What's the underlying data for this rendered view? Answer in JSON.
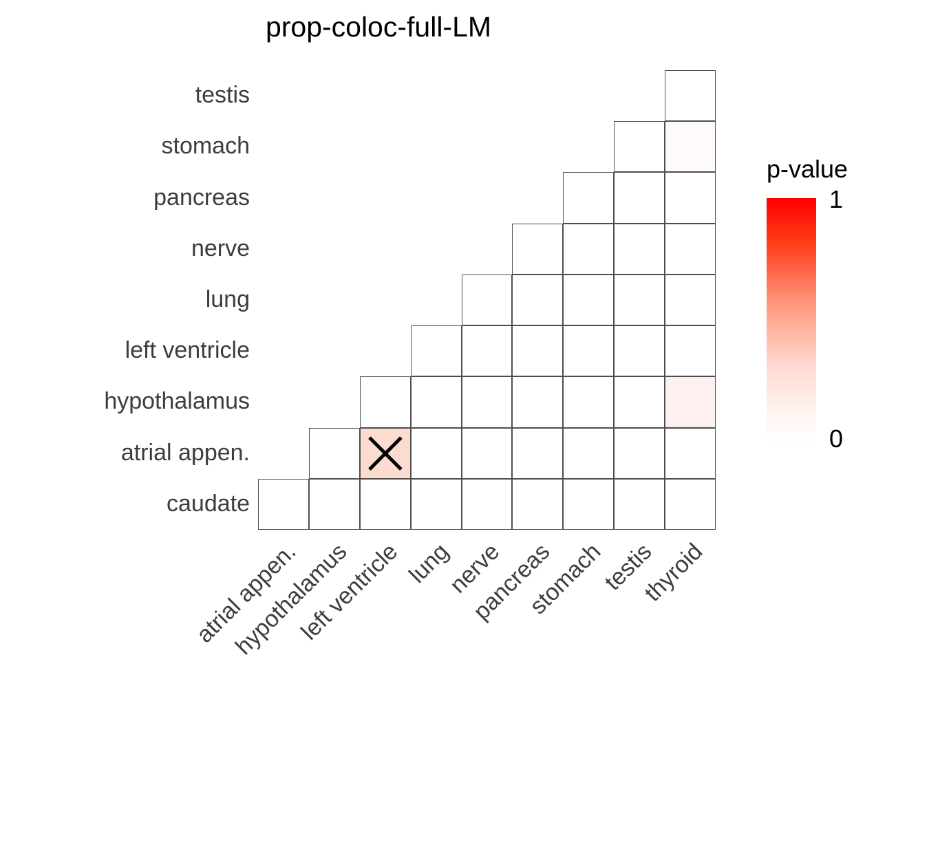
{
  "title": "prop-coloc-full-LM",
  "legend": {
    "title": "p-value",
    "max_label": "1",
    "min_label": "0",
    "low_color": "#ffffff",
    "high_color": "#ff0000"
  },
  "y_axis": {
    "labels": [
      "testis",
      "stomach",
      "pancreas",
      "nerve",
      "lung",
      "left ventricle",
      "hypothalamus",
      "atrial appen.",
      "caudate"
    ]
  },
  "x_axis": {
    "labels": [
      "atrial appen.",
      "hypothalamus",
      "left ventricle",
      "lung",
      "nerve",
      "pancreas",
      "stomach",
      "testis",
      "thyroid"
    ]
  },
  "chart_data": {
    "type": "heatmap",
    "title": "prop-coloc-full-LM",
    "xlabel": "",
    "ylabel": "",
    "colorbar_label": "p-value",
    "colorbar_range": [
      0,
      1
    ],
    "colorscale": [
      "#ffffff",
      "#ff0000"
    ],
    "shape": "lower-left-triangular",
    "grid": true,
    "x_categories": [
      "atrial appen.",
      "hypothalamus",
      "left ventricle",
      "lung",
      "nerve",
      "pancreas",
      "stomach",
      "testis",
      "thyroid"
    ],
    "y_categories": [
      "testis",
      "stomach",
      "pancreas",
      "nerve",
      "lung",
      "left ventricle",
      "hypothalamus",
      "atrial appen.",
      "caudate"
    ],
    "cells": [
      {
        "row": "testis",
        "col": "thyroid",
        "row_index": 0,
        "col_index": 8,
        "value": 0.0,
        "color": "#ffffff",
        "marked": false
      },
      {
        "row": "stomach",
        "col": "testis",
        "row_index": 1,
        "col_index": 7,
        "value": 0.0,
        "color": "#ffffff",
        "marked": false
      },
      {
        "row": "stomach",
        "col": "thyroid",
        "row_index": 1,
        "col_index": 8,
        "value": 0.02,
        "color": "#fefaf9",
        "marked": false
      },
      {
        "row": "pancreas",
        "col": "stomach",
        "row_index": 2,
        "col_index": 6,
        "value": 0.0,
        "color": "#ffffff",
        "marked": false
      },
      {
        "row": "pancreas",
        "col": "testis",
        "row_index": 2,
        "col_index": 7,
        "value": 0.0,
        "color": "#ffffff",
        "marked": false
      },
      {
        "row": "pancreas",
        "col": "thyroid",
        "row_index": 2,
        "col_index": 8,
        "value": 0.0,
        "color": "#ffffff",
        "marked": false
      },
      {
        "row": "nerve",
        "col": "pancreas",
        "row_index": 3,
        "col_index": 5,
        "value": 0.0,
        "color": "#ffffff",
        "marked": false
      },
      {
        "row": "nerve",
        "col": "stomach",
        "row_index": 3,
        "col_index": 6,
        "value": 0.0,
        "color": "#ffffff",
        "marked": false
      },
      {
        "row": "nerve",
        "col": "testis",
        "row_index": 3,
        "col_index": 7,
        "value": 0.0,
        "color": "#ffffff",
        "marked": false
      },
      {
        "row": "nerve",
        "col": "thyroid",
        "row_index": 3,
        "col_index": 8,
        "value": 0.0,
        "color": "#ffffff",
        "marked": false
      },
      {
        "row": "lung",
        "col": "nerve",
        "row_index": 4,
        "col_index": 4,
        "value": 0.0,
        "color": "#ffffff",
        "marked": false
      },
      {
        "row": "lung",
        "col": "pancreas",
        "row_index": 4,
        "col_index": 5,
        "value": 0.0,
        "color": "#ffffff",
        "marked": false
      },
      {
        "row": "lung",
        "col": "stomach",
        "row_index": 4,
        "col_index": 6,
        "value": 0.0,
        "color": "#ffffff",
        "marked": false
      },
      {
        "row": "lung",
        "col": "testis",
        "row_index": 4,
        "col_index": 7,
        "value": 0.0,
        "color": "#ffffff",
        "marked": false
      },
      {
        "row": "lung",
        "col": "thyroid",
        "row_index": 4,
        "col_index": 8,
        "value": 0.0,
        "color": "#ffffff",
        "marked": false
      },
      {
        "row": "left ventricle",
        "col": "lung",
        "row_index": 5,
        "col_index": 3,
        "value": 0.0,
        "color": "#ffffff",
        "marked": false
      },
      {
        "row": "left ventricle",
        "col": "nerve",
        "row_index": 5,
        "col_index": 4,
        "value": 0.0,
        "color": "#ffffff",
        "marked": false
      },
      {
        "row": "left ventricle",
        "col": "pancreas",
        "row_index": 5,
        "col_index": 5,
        "value": 0.0,
        "color": "#ffffff",
        "marked": false
      },
      {
        "row": "left ventricle",
        "col": "stomach",
        "row_index": 5,
        "col_index": 6,
        "value": 0.0,
        "color": "#ffffff",
        "marked": false
      },
      {
        "row": "left ventricle",
        "col": "testis",
        "row_index": 5,
        "col_index": 7,
        "value": 0.0,
        "color": "#ffffff",
        "marked": false
      },
      {
        "row": "left ventricle",
        "col": "thyroid",
        "row_index": 5,
        "col_index": 8,
        "value": 0.0,
        "color": "#ffffff",
        "marked": false
      },
      {
        "row": "hypothalamus",
        "col": "left ventricle",
        "row_index": 6,
        "col_index": 2,
        "value": 0.0,
        "color": "#ffffff",
        "marked": false
      },
      {
        "row": "hypothalamus",
        "col": "lung",
        "row_index": 6,
        "col_index": 3,
        "value": 0.0,
        "color": "#ffffff",
        "marked": false
      },
      {
        "row": "hypothalamus",
        "col": "nerve",
        "row_index": 6,
        "col_index": 4,
        "value": 0.0,
        "color": "#ffffff",
        "marked": false
      },
      {
        "row": "hypothalamus",
        "col": "pancreas",
        "row_index": 6,
        "col_index": 5,
        "value": 0.0,
        "color": "#ffffff",
        "marked": false
      },
      {
        "row": "hypothalamus",
        "col": "stomach",
        "row_index": 6,
        "col_index": 6,
        "value": 0.0,
        "color": "#ffffff",
        "marked": false
      },
      {
        "row": "hypothalamus",
        "col": "testis",
        "row_index": 6,
        "col_index": 7,
        "value": 0.0,
        "color": "#ffffff",
        "marked": false
      },
      {
        "row": "hypothalamus",
        "col": "thyroid",
        "row_index": 6,
        "col_index": 8,
        "value": 0.05,
        "color": "#fdf1ef",
        "marked": false
      },
      {
        "row": "atrial appen.",
        "col": "hypothalamus",
        "row_index": 7,
        "col_index": 1,
        "value": 0.0,
        "color": "#ffffff",
        "marked": false
      },
      {
        "row": "atrial appen.",
        "col": "left ventricle",
        "row_index": 7,
        "col_index": 2,
        "value": 0.17,
        "color": "#fcdcd0",
        "marked": true
      },
      {
        "row": "atrial appen.",
        "col": "lung",
        "row_index": 7,
        "col_index": 3,
        "value": 0.0,
        "color": "#ffffff",
        "marked": false
      },
      {
        "row": "atrial appen.",
        "col": "nerve",
        "row_index": 7,
        "col_index": 4,
        "value": 0.0,
        "color": "#ffffff",
        "marked": false
      },
      {
        "row": "atrial appen.",
        "col": "pancreas",
        "row_index": 7,
        "col_index": 5,
        "value": 0.0,
        "color": "#ffffff",
        "marked": false
      },
      {
        "row": "atrial appen.",
        "col": "stomach",
        "row_index": 7,
        "col_index": 6,
        "value": 0.0,
        "color": "#ffffff",
        "marked": false
      },
      {
        "row": "atrial appen.",
        "col": "testis",
        "row_index": 7,
        "col_index": 7,
        "value": 0.0,
        "color": "#ffffff",
        "marked": false
      },
      {
        "row": "atrial appen.",
        "col": "thyroid",
        "row_index": 7,
        "col_index": 8,
        "value": 0.0,
        "color": "#ffffff",
        "marked": false
      },
      {
        "row": "caudate",
        "col": "atrial appen.",
        "row_index": 8,
        "col_index": 0,
        "value": 0.0,
        "color": "#ffffff",
        "marked": false
      },
      {
        "row": "caudate",
        "col": "hypothalamus",
        "row_index": 8,
        "col_index": 1,
        "value": 0.0,
        "color": "#ffffff",
        "marked": false
      },
      {
        "row": "caudate",
        "col": "left ventricle",
        "row_index": 8,
        "col_index": 2,
        "value": 0.0,
        "color": "#ffffff",
        "marked": false
      },
      {
        "row": "caudate",
        "col": "lung",
        "row_index": 8,
        "col_index": 3,
        "value": 0.0,
        "color": "#ffffff",
        "marked": false
      },
      {
        "row": "caudate",
        "col": "nerve",
        "row_index": 8,
        "col_index": 4,
        "value": 0.0,
        "color": "#ffffff",
        "marked": false
      },
      {
        "row": "caudate",
        "col": "pancreas",
        "row_index": 8,
        "col_index": 5,
        "value": 0.0,
        "color": "#ffffff",
        "marked": false
      },
      {
        "row": "caudate",
        "col": "stomach",
        "row_index": 8,
        "col_index": 6,
        "value": 0.0,
        "color": "#ffffff",
        "marked": false
      },
      {
        "row": "caudate",
        "col": "testis",
        "row_index": 8,
        "col_index": 7,
        "value": 0.0,
        "color": "#ffffff",
        "marked": false
      },
      {
        "row": "caudate",
        "col": "thyroid",
        "row_index": 8,
        "col_index": 8,
        "value": 0.0,
        "color": "#ffffff",
        "marked": false
      }
    ],
    "annotations": [
      {
        "marker": "x-cross",
        "row": "atrial appen.",
        "col": "left ventricle",
        "meaning": "significant"
      }
    ]
  }
}
